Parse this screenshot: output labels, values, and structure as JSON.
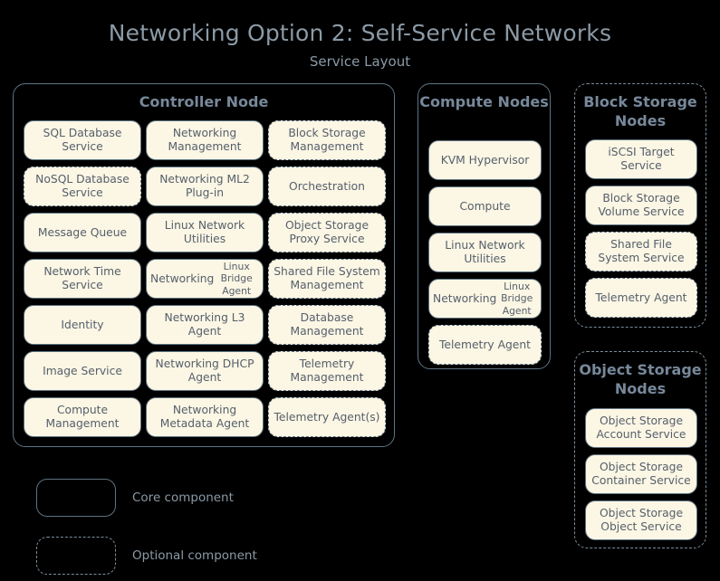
{
  "header": {
    "title": "Networking Option 2: Self-Service Networks",
    "subtitle": "Service Layout"
  },
  "colors": {
    "background": "#000000",
    "chip_fill": "#fcf6e4",
    "chip_border": "#5d7382",
    "chip_text": "#55606c",
    "node_title": "#77889a",
    "header_text": "#8b9aa6",
    "dashed_border": "#7b8e9b"
  },
  "controller_node": {
    "title": "Controller Node",
    "style": "core",
    "services": [
      {
        "label": "SQL Database Service",
        "style": "core"
      },
      {
        "label": "Networking Management",
        "style": "core"
      },
      {
        "label": "Block Storage Management",
        "style": "optional"
      },
      {
        "label": "NoSQL Database Service",
        "style": "optional"
      },
      {
        "label": "Networking ML2 Plug-in",
        "style": "core"
      },
      {
        "label": "Orchestration",
        "style": "optional"
      },
      {
        "label": "Message Queue",
        "style": "core"
      },
      {
        "label": "Linux Network Utilities",
        "style": "core"
      },
      {
        "label": "Object Storage Proxy Service",
        "style": "optional"
      },
      {
        "label": "Network Time Service",
        "style": "core"
      },
      {
        "label": "Networking",
        "sub": "Linux Bridge Agent",
        "style": "core"
      },
      {
        "label": "Shared File System Management",
        "style": "optional"
      },
      {
        "label": "Identity",
        "style": "core"
      },
      {
        "label": "Networking L3 Agent",
        "style": "core"
      },
      {
        "label": "Database Management",
        "style": "optional"
      },
      {
        "label": "Image Service",
        "style": "core"
      },
      {
        "label": "Networking DHCP Agent",
        "style": "core"
      },
      {
        "label": "Telemetry Management",
        "style": "optional"
      },
      {
        "label": "Compute Management",
        "style": "core"
      },
      {
        "label": "Networking Metadata Agent",
        "style": "core"
      },
      {
        "label": "Telemetry Agent(s)",
        "style": "optional"
      }
    ]
  },
  "compute_node": {
    "title": "Compute Nodes",
    "style": "core",
    "services": [
      {
        "label": "KVM Hypervisor",
        "style": "core"
      },
      {
        "label": "Compute",
        "style": "core"
      },
      {
        "label": "Linux Network Utilities",
        "style": "core"
      },
      {
        "label": "Networking",
        "sub": "Linux Bridge Agent",
        "style": "core"
      },
      {
        "label": "Telemetry Agent",
        "style": "optional"
      }
    ]
  },
  "block_storage_node": {
    "title": "Block Storage Nodes",
    "style": "optional",
    "services": [
      {
        "label": "iSCSI Target Service",
        "style": "core"
      },
      {
        "label": "Block Storage Volume Service",
        "style": "core"
      },
      {
        "label": "Shared File System Service",
        "style": "optional"
      },
      {
        "label": "Telemetry Agent",
        "style": "optional"
      }
    ]
  },
  "object_storage_node": {
    "title": "Object Storage Nodes",
    "style": "optional",
    "services": [
      {
        "label": "Object Storage Account Service",
        "style": "core"
      },
      {
        "label": "Object Storage Container Service",
        "style": "core"
      },
      {
        "label": "Object Storage Object Service",
        "style": "core"
      }
    ]
  },
  "legend": {
    "items": [
      {
        "label": "Core component",
        "style": "core"
      },
      {
        "label": "Optional component",
        "style": "optional"
      }
    ]
  }
}
